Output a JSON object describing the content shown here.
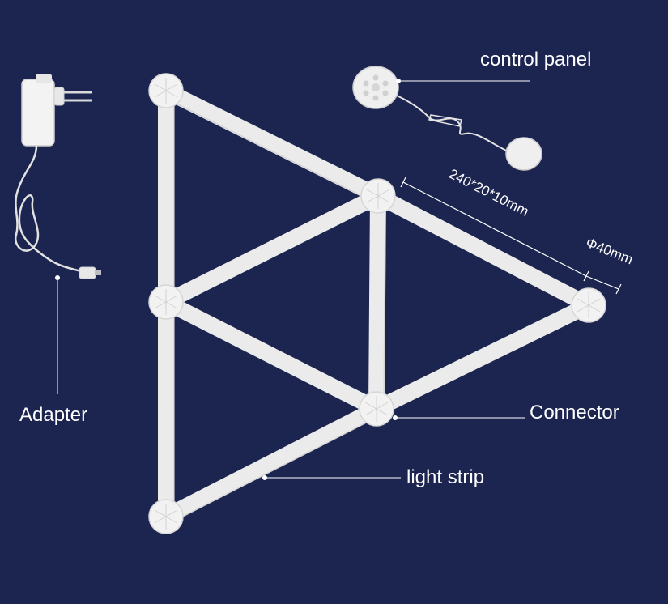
{
  "labels": {
    "control_panel": "control panel",
    "adapter": "Adapter",
    "connector": "Connector",
    "light_strip": "light strip"
  },
  "dimensions": {
    "strip_size": "240*20*10mm",
    "connector_diameter": "Φ40mm"
  },
  "colors": {
    "background": "#1c2450",
    "product": "#eeeeee",
    "text": "#ffffff"
  }
}
